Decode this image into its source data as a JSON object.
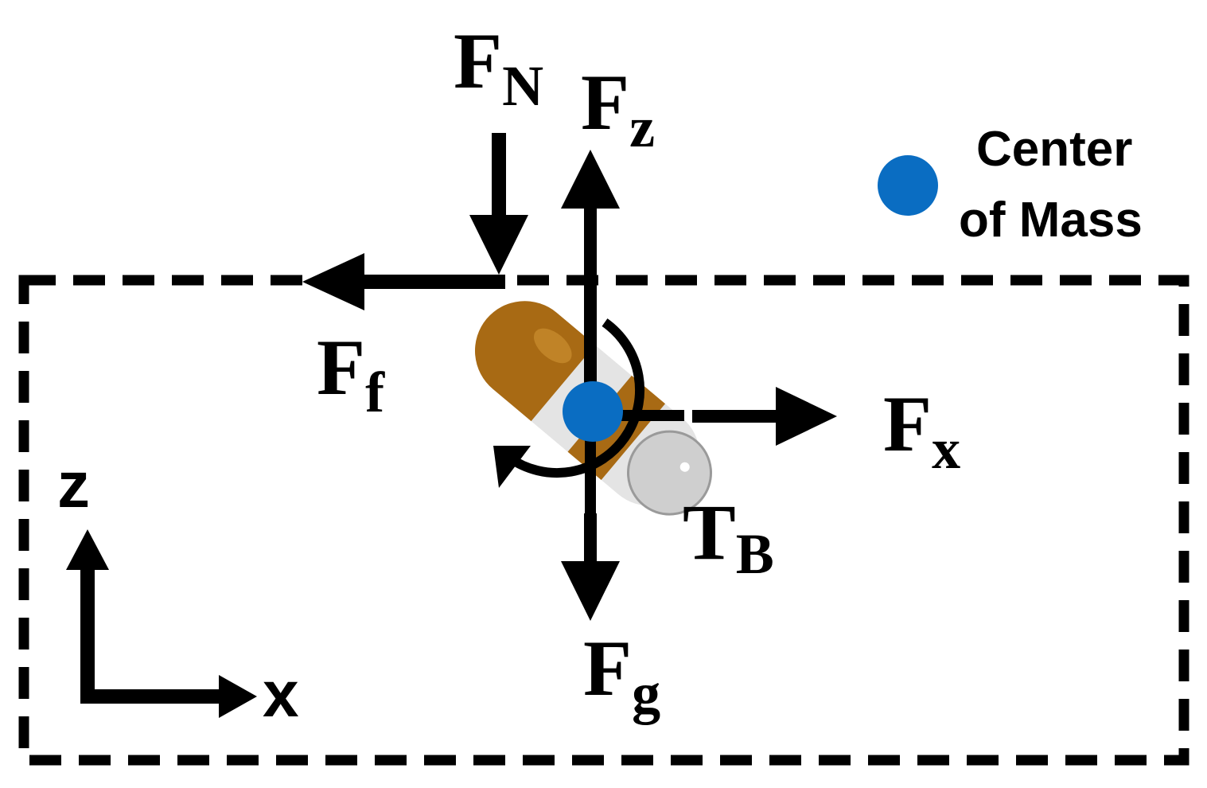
{
  "legend": {
    "line1": "Center",
    "line2": "of Mass",
    "marker_color": "#0A6DC2"
  },
  "forces": {
    "normal": {
      "main": "F",
      "sub": "N"
    },
    "friction": {
      "main": "F",
      "sub": "f"
    },
    "z": {
      "main": "F",
      "sub": "z"
    },
    "x": {
      "main": "F",
      "sub": "x"
    },
    "gravity": {
      "main": "F",
      "sub": "g"
    },
    "torque": {
      "main": "T",
      "sub": "B"
    }
  },
  "axes": {
    "vertical": "z",
    "horizontal": "x"
  },
  "colors": {
    "capsule_body": "#A86A14",
    "capsule_highlight": "#C6892C",
    "capsule_white": "#E4E4E4",
    "arrows": "#000000",
    "boundary": "#000000"
  },
  "boundary_style": "dashed"
}
